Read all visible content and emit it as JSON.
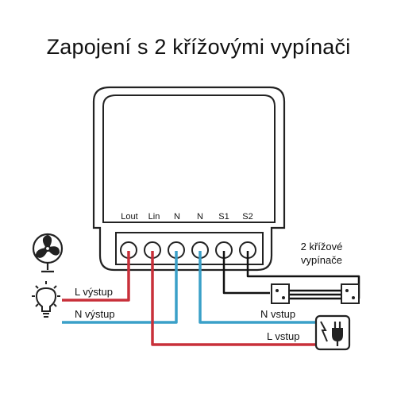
{
  "title": "Zapojení s 2 křížovými vypínači",
  "terminals": [
    "Lout",
    "Lin",
    "N",
    "N",
    "S1",
    "S2"
  ],
  "labels": {
    "switches": [
      "2 křížové",
      "vypínače"
    ],
    "l_output": "L výstup",
    "n_output": "N výstup",
    "n_input": "N vstup",
    "l_input": "L vstup"
  },
  "icons": {
    "fan": "fan-icon",
    "bulb": "light-bulb-icon",
    "power": "power-plug-icon",
    "switch": "switch-icon"
  },
  "colors": {
    "live": "#c8303a",
    "neutral": "#3aa0c8",
    "switch_wire": "#111111",
    "outline": "#222222"
  }
}
